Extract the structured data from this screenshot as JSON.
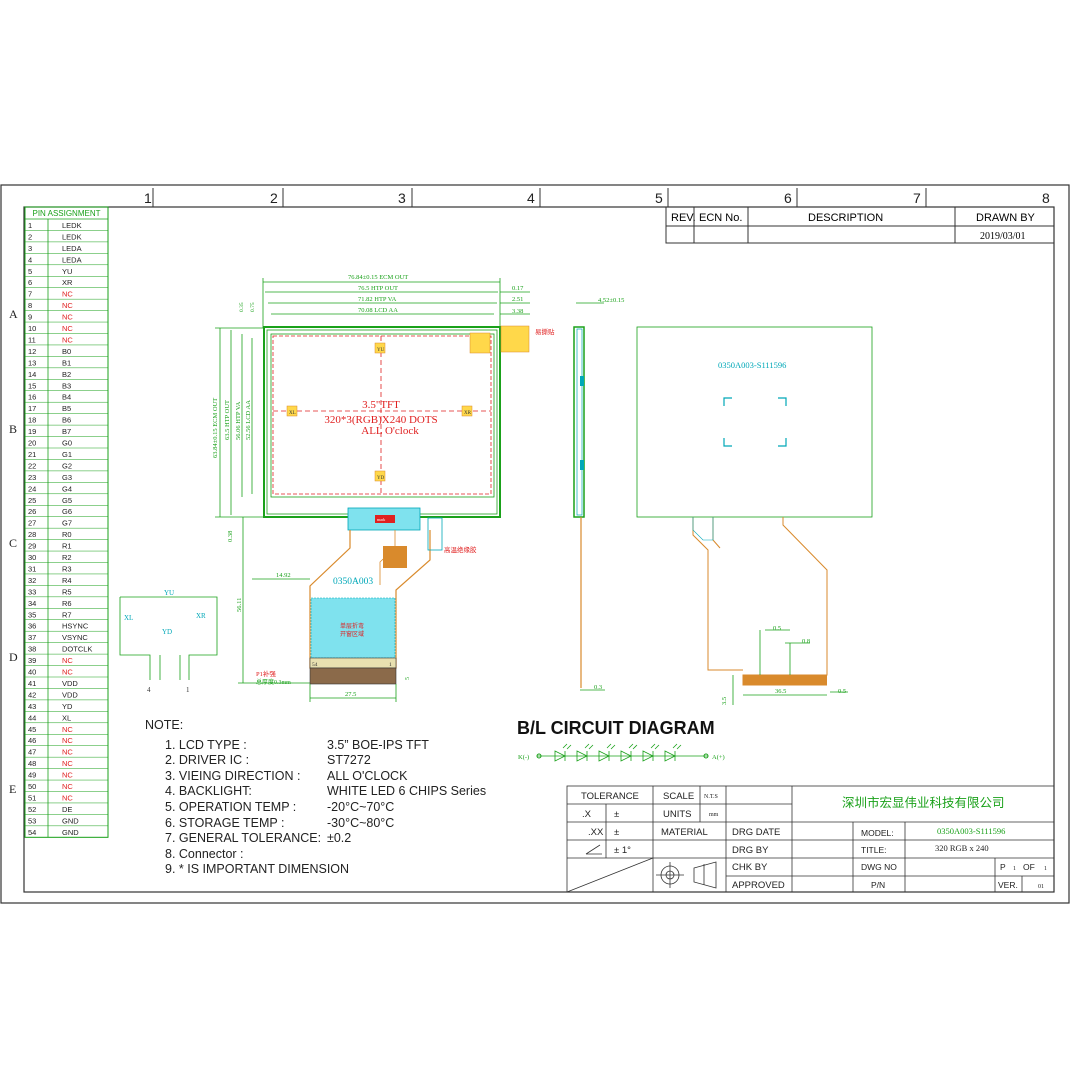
{
  "column_numbers": [
    "1",
    "2",
    "3",
    "4",
    "5",
    "6",
    "7",
    "8"
  ],
  "row_letters": [
    "A",
    "B",
    "C",
    "D",
    "E"
  ],
  "pin_table": {
    "header": "PIN  ASSIGNMENT",
    "pins": [
      [
        "1",
        "LEDK"
      ],
      [
        "2",
        "LEDK"
      ],
      [
        "3",
        "LEDA"
      ],
      [
        "4",
        "LEDA"
      ],
      [
        "5",
        "YU"
      ],
      [
        "6",
        "XR"
      ],
      [
        "7",
        "NC"
      ],
      [
        "8",
        "NC"
      ],
      [
        "9",
        "NC"
      ],
      [
        "10",
        "NC"
      ],
      [
        "11",
        "NC"
      ],
      [
        "12",
        "B0"
      ],
      [
        "13",
        "B1"
      ],
      [
        "14",
        "B2"
      ],
      [
        "15",
        "B3"
      ],
      [
        "16",
        "B4"
      ],
      [
        "17",
        "B5"
      ],
      [
        "18",
        "B6"
      ],
      [
        "19",
        "B7"
      ],
      [
        "20",
        "G0"
      ],
      [
        "21",
        "G1"
      ],
      [
        "22",
        "G2"
      ],
      [
        "23",
        "G3"
      ],
      [
        "24",
        "G4"
      ],
      [
        "25",
        "G5"
      ],
      [
        "26",
        "G6"
      ],
      [
        "27",
        "G7"
      ],
      [
        "28",
        "R0"
      ],
      [
        "29",
        "R1"
      ],
      [
        "30",
        "R2"
      ],
      [
        "31",
        "R3"
      ],
      [
        "32",
        "R4"
      ],
      [
        "33",
        "R5"
      ],
      [
        "34",
        "R6"
      ],
      [
        "35",
        "R7"
      ],
      [
        "36",
        "HSYNC"
      ],
      [
        "37",
        "VSYNC"
      ],
      [
        "38",
        "DOTCLK"
      ],
      [
        "39",
        "NC"
      ],
      [
        "40",
        "NC"
      ],
      [
        "41",
        "VDD"
      ],
      [
        "42",
        "VDD"
      ],
      [
        "43",
        "YD"
      ],
      [
        "44",
        "XL"
      ],
      [
        "45",
        "NC"
      ],
      [
        "46",
        "NC"
      ],
      [
        "47",
        "NC"
      ],
      [
        "48",
        "NC"
      ],
      [
        "49",
        "NC"
      ],
      [
        "50",
        "NC"
      ],
      [
        "51",
        "NC"
      ],
      [
        "52",
        "DE"
      ],
      [
        "53",
        "GND"
      ],
      [
        "54",
        "GND"
      ]
    ]
  },
  "revision_block": {
    "rev": "REV.",
    "ecn": "ECN  No.",
    "description": "DESCRIPTION",
    "drawn_by": "DRAWN  BY",
    "date": "2019/03/01"
  },
  "front_view": {
    "dims_top": [
      "76.84±0.15 ECM OUT",
      "76.5 HTP OUT",
      "71.82 HTP VA",
      "70.08 LCD AA"
    ],
    "dims_right": [
      "0.17",
      "2.51",
      "3.38"
    ],
    "dims_left": [
      "63.84±0.15 ECM OUT",
      "63.5 HTP OUT",
      "56.06 HTP VA",
      "52.56 LCD AA"
    ],
    "center_lines": [
      "3.5\"TFT",
      "320*3(RGB)X240 DOTS",
      "ALL O'clock"
    ],
    "point_labels": [
      "YU",
      "YD",
      "XL",
      "XR"
    ],
    "fpc_model": "0350A003",
    "stiffener_note_1": "单层折弯",
    "stiffener_note_2": "开窗区域",
    "dim_14_92": "14.92",
    "dim_27_5": "27.5",
    "dim_56_11": "56.11",
    "dim_0_38": "0.38",
    "dim_5": "5",
    "pin_1": "1",
    "pin_54": "54",
    "p1_label": "P1补强",
    "p1_spec": "总厚度0.3mm",
    "label_top_right": "易撕贴",
    "label_fpc_side": "高温绝缘胶",
    "label_fpc_center": "mark",
    "top_left_small": [
      "0.35",
      "0.75"
    ]
  },
  "touch_schematic": {
    "labels": [
      "YU",
      "XL",
      "YD",
      "XR"
    ],
    "pins": [
      "4",
      "1"
    ]
  },
  "side_view": {
    "thickness": "4.52±0.15",
    "fpc_thk": "0.3"
  },
  "back_view": {
    "model": "0350A003-S111596",
    "dims": [
      "0.5",
      "0.8",
      "36.5",
      "0.5",
      "3.5"
    ]
  },
  "bl_circuit": {
    "title": "B/L CIRCUIT DIAGRAM",
    "k_label": "K(-)",
    "a_label": "A(+)",
    "led_count": 6
  },
  "notes": {
    "heading": "NOTE:",
    "items": [
      {
        "k": "1. LCD TYPE :",
        "v": "3.5” BOE-IPS TFT"
      },
      {
        "k": "2. DRIVER IC :",
        "v": "ST7272"
      },
      {
        "k": "3. VIEING DIRECTION :",
        "v": " ALL O'CLOCK"
      },
      {
        "k": "4. BACKLIGHT:",
        "v": "WHITE LED 6 CHIPS Series"
      },
      {
        "k": "5. OPERATION TEMP :",
        "v": " -20°C~70°C"
      },
      {
        "k": "6. STORAGE TEMP :",
        "v": " -30°C~80°C"
      },
      {
        "k": "7. GENERAL TOLERANCE:",
        "v": " ±0.2"
      },
      {
        "k": "8. Connector :",
        "v": ""
      },
      {
        "k": "9. * IS IMPORTANT DIMENSION",
        "v": ""
      }
    ]
  },
  "title_block": {
    "tolerance": "TOLERANCE",
    "scale": "SCALE",
    "scale_val": "N.T.S",
    "units": "UNITS",
    "units_val": "mm",
    "material": "MATERIAL",
    "x": ".X",
    "xx": ".XX",
    "pm": "±",
    "pm1": "± 1°",
    "company": "深圳市宏显伟业科技有限公司",
    "drg_date": "DRG DATE",
    "drg_by": "DRG  BY",
    "chk_by": "CHK  BY",
    "approved": "APPROVED",
    "model_label": "MODEL:",
    "model_val": "0350A003-S111596",
    "title_label": "TITLE:",
    "title_val": "320  RGB  x  240",
    "dwg_no": "DWG NO",
    "pn": "P/N",
    "page": "P",
    "page_val": "1",
    "of": "OF",
    "of_val": "1",
    "ver": "VER.",
    "ver_val": "01"
  },
  "colors": {
    "green": "#1aa11a",
    "cyan": "#00a8b8",
    "red": "#e02020",
    "orange": "#d98a2c",
    "yellow": "#ffd84a",
    "frame": "#333333"
  }
}
